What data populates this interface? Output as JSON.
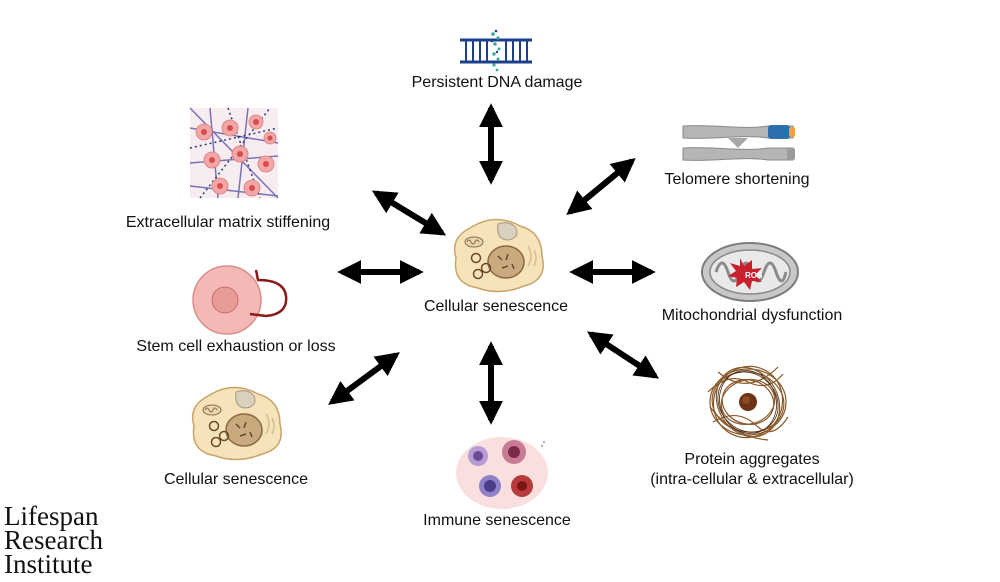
{
  "hub": {
    "label": "Cellular senescence"
  },
  "nodes": [
    {
      "id": "dna",
      "label": "Persistent DNA damage",
      "icon": "dna-double-helix-icon"
    },
    {
      "id": "telomere",
      "label": "Telomere shortening",
      "icon": "chromosome-icon"
    },
    {
      "id": "mito",
      "label": "Mitochondrial dysfunction",
      "icon": "mitochondrion-icon",
      "badge": "ROS"
    },
    {
      "id": "protein",
      "label_lines": [
        "Protein aggregates",
        "(intra-cellular & extracellular)"
      ],
      "icon": "protein-aggregate-icon"
    },
    {
      "id": "immune",
      "label": "Immune senescence",
      "icon": "immune-cells-icon"
    },
    {
      "id": "senescence2",
      "label": "Cellular senescence",
      "icon": "senescent-cell-icon"
    },
    {
      "id": "stem",
      "label": "Stem cell exhaustion or loss",
      "icon": "stem-cell-icon"
    },
    {
      "id": "ecm",
      "label": "Extracellular matrix stiffening",
      "icon": "extracellular-matrix-icon"
    }
  ],
  "logo": {
    "lines": [
      "Lifespan",
      "Research",
      "Institute"
    ]
  },
  "colors": {
    "arrow": "#000000",
    "cell_fill": "#f6e3b9",
    "cell_stroke": "#c9a46a",
    "stem_fill": "#f4b9b6",
    "stem_arc": "#8b1a1a",
    "ros": "#c8202c"
  }
}
